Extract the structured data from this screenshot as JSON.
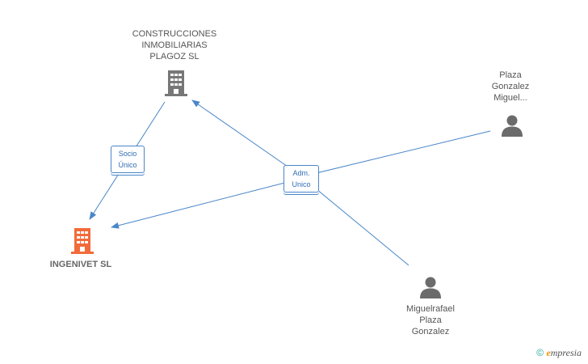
{
  "colors": {
    "edge": "#4a86c8",
    "company_icon": "#777777",
    "main_company_icon": "#f26b3a",
    "person_icon": "#6b6b6b"
  },
  "nodes": {
    "construcciones": {
      "label_lines": [
        "CONSTRUCCIONES",
        "INMOBILIARIAS",
        "PLAGOZ SL"
      ],
      "icon": "building-icon"
    },
    "ingenivet": {
      "label_lines": [
        "INGENIVET SL"
      ],
      "icon": "building-icon"
    },
    "plaza_gonzalez_miguel": {
      "label_lines": [
        "Plaza",
        "Gonzalez",
        "Miguel..."
      ],
      "icon": "person-icon"
    },
    "miguelrafael": {
      "label_lines": [
        "Miguelrafael",
        "Plaza",
        "Gonzalez"
      ],
      "icon": "person-icon"
    }
  },
  "badges": {
    "socio_unico": {
      "lines": [
        "Socio",
        "Único"
      ]
    },
    "adm_unico": {
      "lines": [
        "Adm.",
        "Unico"
      ]
    }
  },
  "footer": {
    "copyright_symbol": "©",
    "brand_initial": "e",
    "brand_rest": "mpresia"
  }
}
